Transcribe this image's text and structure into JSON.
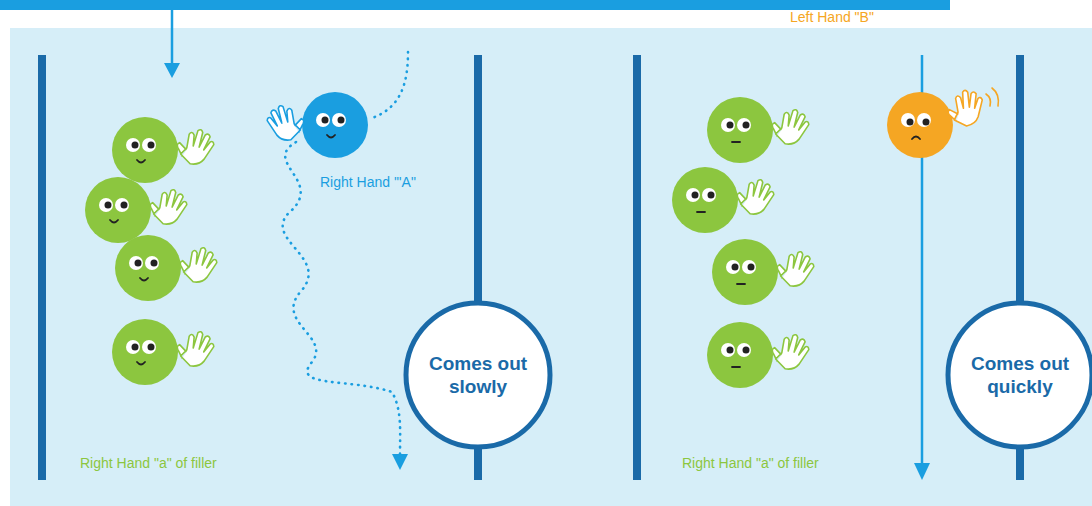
{
  "diagram": {
    "nodes": [
      {
        "text": [
          "Comes out slowly"
        ]
      },
      {
        "text": [
          "Comes out quickly"
        ]
      }
    ],
    "labels": [
      "Right Hand '\"A\"",
      "Right Hand \"a\" of filler",
      "Left Hand \"B\"",
      "Right Hand \"a\" of filler"
    ]
  }
}
